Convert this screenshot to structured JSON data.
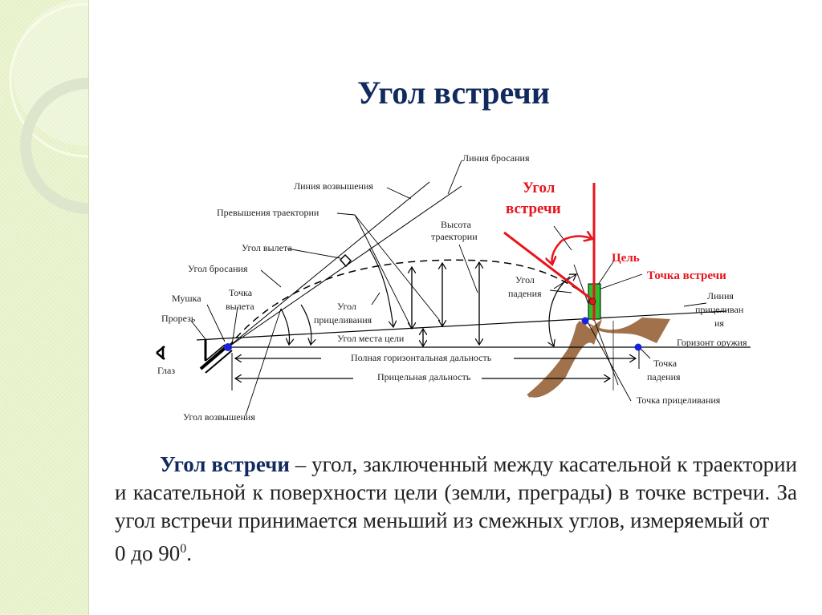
{
  "slide": {
    "title": "Угол встречи",
    "accent_color": "#112a5e",
    "highlight_color": "#e8141c"
  },
  "diagram": {
    "labels": {
      "line_of_throw": "Линия бросания",
      "line_of_elevation": "Линия возвышения",
      "trajectory_excess": "Превышения траектории",
      "departure_angle": "Угол вылета",
      "throw_angle": "Угол бросания",
      "front_sight": "Мушка",
      "departure_point_1": "Точка",
      "departure_point_2": "вылета",
      "rear_sight": "Прорезь",
      "eye": "Глаз",
      "aiming_angle_1": "Угол",
      "aiming_angle_2": "прицеливания",
      "target_site_angle": "Угол места цели",
      "full_horizontal_range": "Полная горизонтальная дальность",
      "sight_range": "Прицельная дальность",
      "elevation_angle": "Угол возвышения",
      "trajectory_height_1": "Высота",
      "trajectory_height_2": "траектории",
      "fall_angle_1": "Угол",
      "fall_angle_2": "падения",
      "meeting_angle_1": "Угол",
      "meeting_angle_2": "встречи",
      "target": "Цель",
      "meeting_point": "Точка встречи",
      "aim_line_1": "Линия",
      "aim_line_2": "прицеливан",
      "aim_line_3": "ия",
      "weapon_horizon": "Горизонт оружия",
      "impact_point_1": "Точка",
      "impact_point_2": "падения",
      "aiming_point": "Точка прицеливания"
    }
  },
  "definition": {
    "term": "Угол встречи",
    "text": " – угол, заключенный между касательной к траектории и касательной к поверхности цели (земли, преграды) в точке встречи. За угол встречи принимается меньший из смежных углов, измеряемый от",
    "last_line": "0 до 90",
    "superscript": "0",
    "end": "."
  }
}
